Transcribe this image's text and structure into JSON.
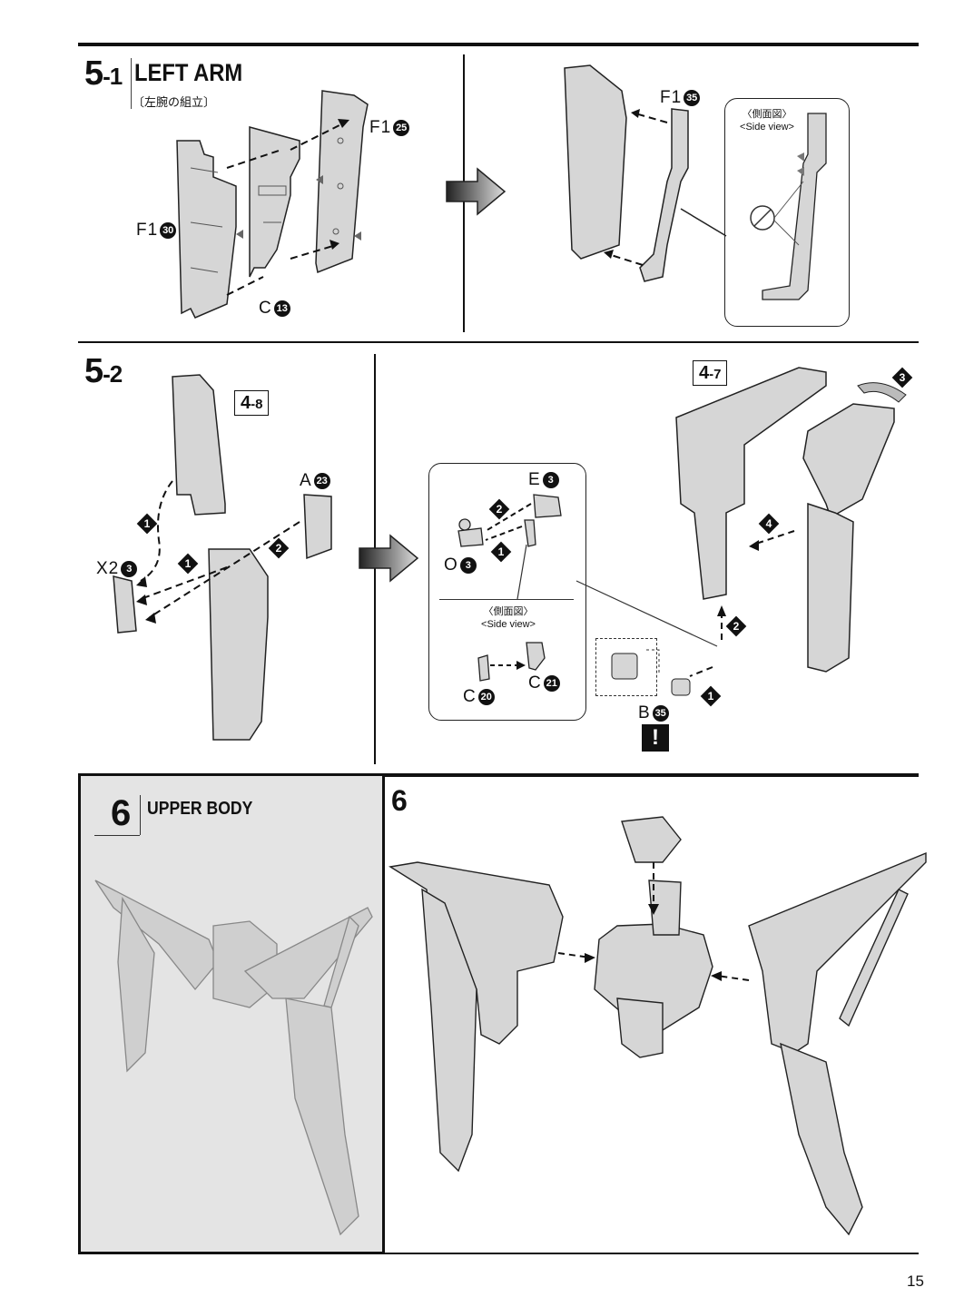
{
  "page_number": "15",
  "step_5_1": {
    "number": "5",
    "sub": "-1",
    "title": "LEFT ARM",
    "title_jp": "〔左腕の組立〕",
    "parts": {
      "f1_25": {
        "text": "F1",
        "num": "25"
      },
      "f1_30": {
        "text": "F1",
        "num": "30"
      },
      "c_13": {
        "text": "C",
        "num": "13"
      },
      "f1_35": {
        "text": "F1",
        "num": "35"
      }
    },
    "side_view": {
      "jp": "〈側面図〉",
      "en": "<Side view>"
    }
  },
  "step_5_2": {
    "number": "5",
    "sub": "-2",
    "refs": {
      "ref_4_8": {
        "main": "4",
        "sub": "-8"
      },
      "ref_4_7": {
        "main": "4",
        "sub": "-7"
      }
    },
    "parts": {
      "a_23": {
        "text": "A",
        "num": "23"
      },
      "x2_3": {
        "text": "X2",
        "num": "3"
      },
      "e_3": {
        "text": "E",
        "num": "3"
      },
      "o_3": {
        "text": "O",
        "num": "3"
      },
      "c_20": {
        "text": "C",
        "num": "20"
      },
      "c_21": {
        "text": "C",
        "num": "21"
      },
      "b_35": {
        "text": "B",
        "num": "35"
      }
    },
    "side_view": {
      "jp": "〈側面図〉",
      "en": "<Side view>"
    },
    "steps": {
      "s1": "1",
      "s2": "2",
      "s3": "3",
      "s4": "4"
    },
    "warning": "!"
  },
  "step_6": {
    "number": "6",
    "title": "UPPER BODY"
  }
}
